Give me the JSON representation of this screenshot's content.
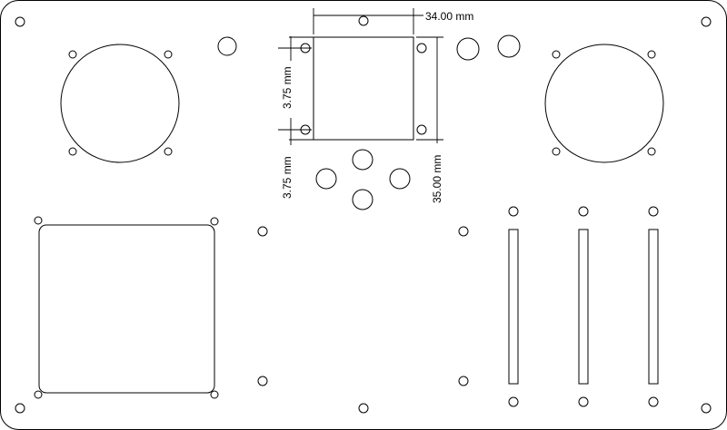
{
  "dimensions": {
    "width_label": "34.00 mm",
    "height_label": "35.00 mm",
    "offset_top_label": "3.75 mm",
    "offset_bottom_label": "3.75 mm"
  }
}
